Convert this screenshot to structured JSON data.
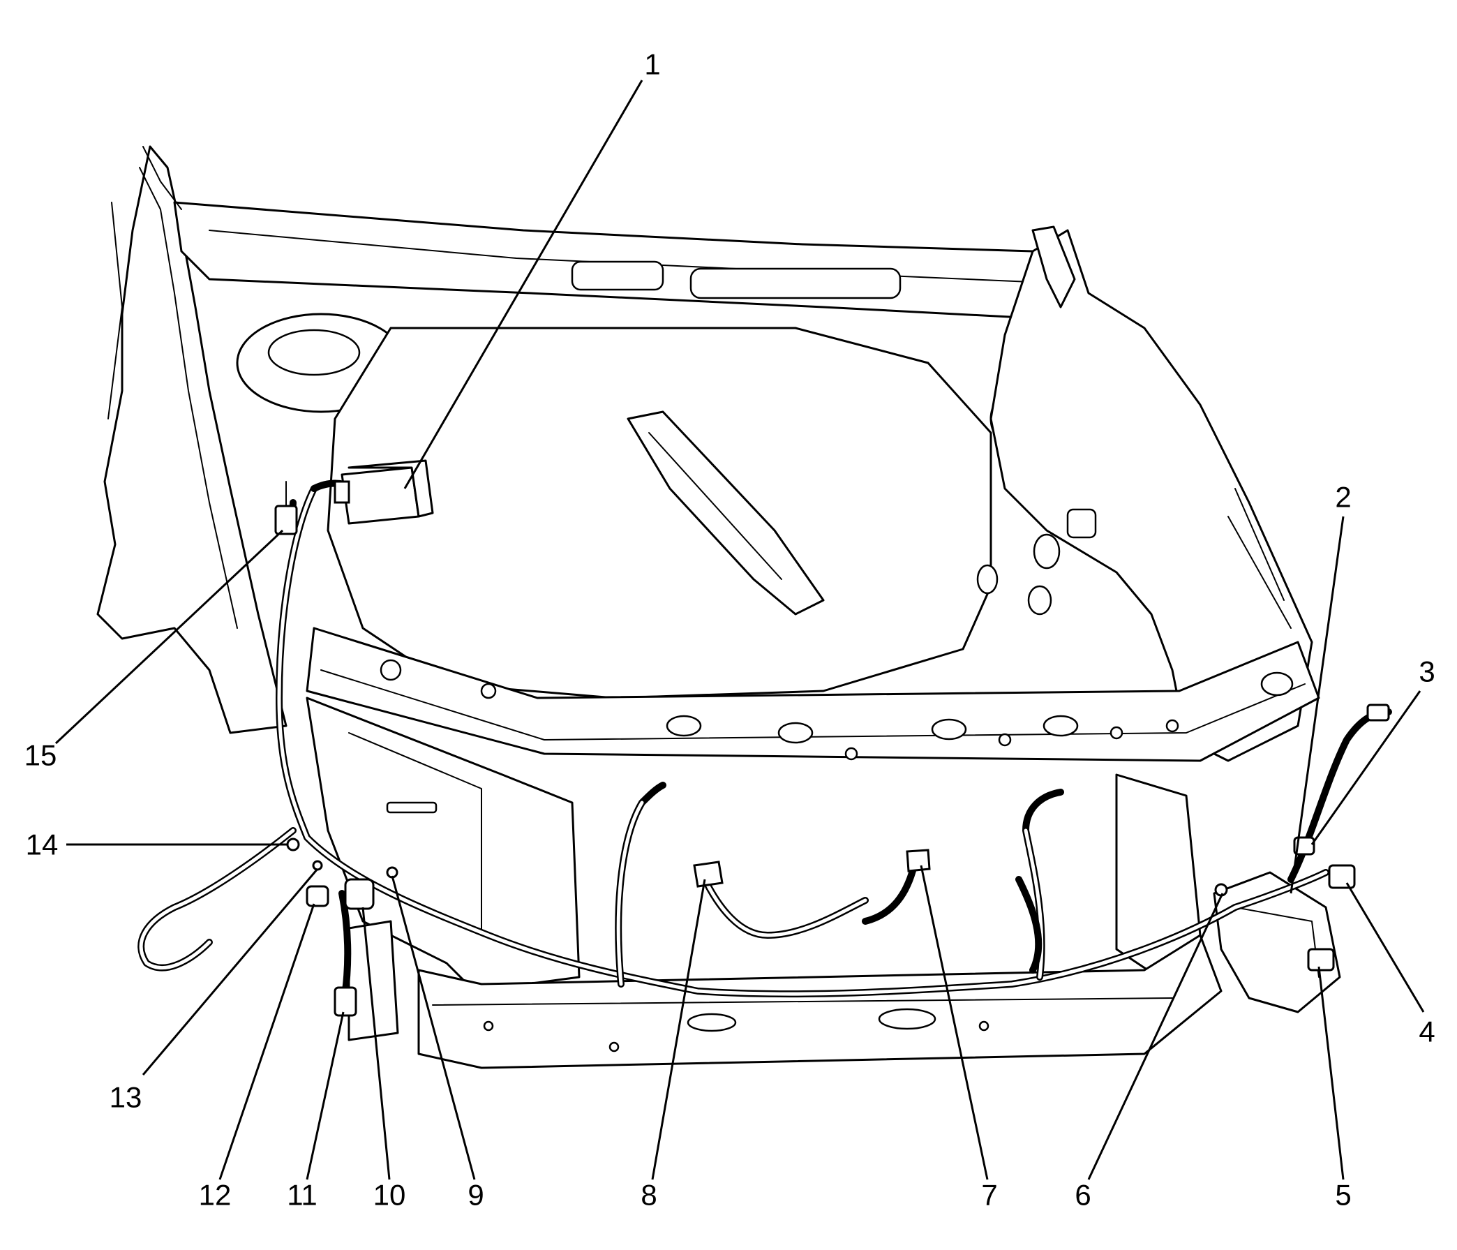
{
  "diagram": {
    "callouts": [
      {
        "id": "callout-1",
        "label": "1"
      },
      {
        "id": "callout-2",
        "label": "2"
      },
      {
        "id": "callout-3",
        "label": "3"
      },
      {
        "id": "callout-4",
        "label": "4"
      },
      {
        "id": "callout-5",
        "label": "5"
      },
      {
        "id": "callout-6",
        "label": "6"
      },
      {
        "id": "callout-7",
        "label": "7"
      },
      {
        "id": "callout-8",
        "label": "8"
      },
      {
        "id": "callout-9",
        "label": "9"
      },
      {
        "id": "callout-10",
        "label": "10"
      },
      {
        "id": "callout-11",
        "label": "11"
      },
      {
        "id": "callout-12",
        "label": "12"
      },
      {
        "id": "callout-13",
        "label": "13"
      },
      {
        "id": "callout-14",
        "label": "14"
      },
      {
        "id": "callout-15",
        "label": "15"
      }
    ],
    "colors": {
      "line": "#000000",
      "background": "#ffffff"
    }
  }
}
